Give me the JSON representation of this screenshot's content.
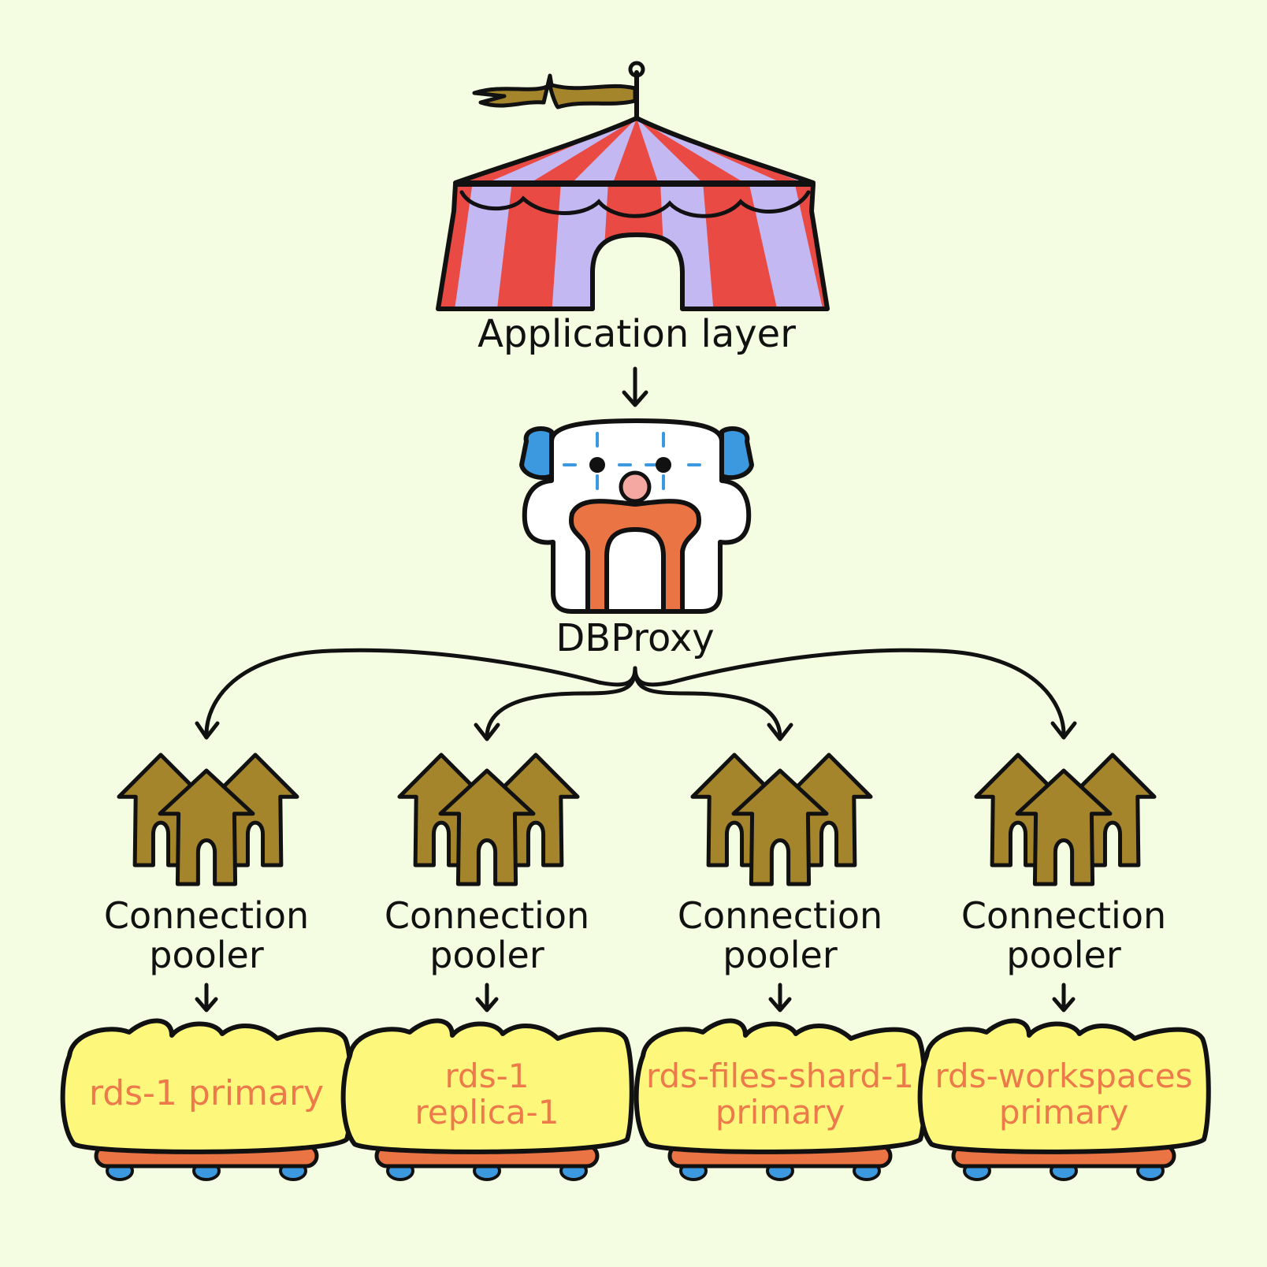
{
  "app_layer": {
    "label": "Application layer",
    "tent_colors": [
      "#e94a43",
      "#c4b8f3"
    ],
    "flag_color": "#a5852b"
  },
  "proxy": {
    "label": "DBProxy",
    "hair_color": "#3c98df",
    "mustache_color": "#ea7443",
    "nose_color": "#f5a7a1"
  },
  "poolers": [
    {
      "label_line1": "Connection",
      "label_line2": "pooler",
      "db_lines": [
        "rds-1 primary"
      ]
    },
    {
      "label_line1": "Connection",
      "label_line2": "pooler",
      "db_lines": [
        "rds-1",
        "replica-1"
      ]
    },
    {
      "label_line1": "Connection",
      "label_line2": "pooler",
      "db_lines": [
        "rds-files-shard-1",
        "primary"
      ]
    },
    {
      "label_line1": "Connection",
      "label_line2": "pooler",
      "db_lines": [
        "rds-workspaces",
        "primary"
      ]
    }
  ],
  "colors": {
    "background": "#f4fde2",
    "tree": "#a5852b",
    "cart_body": "#fdf77c",
    "cart_base": "#ea7443",
    "wheel": "#3c98df",
    "db_text": "#ec7a4a"
  }
}
